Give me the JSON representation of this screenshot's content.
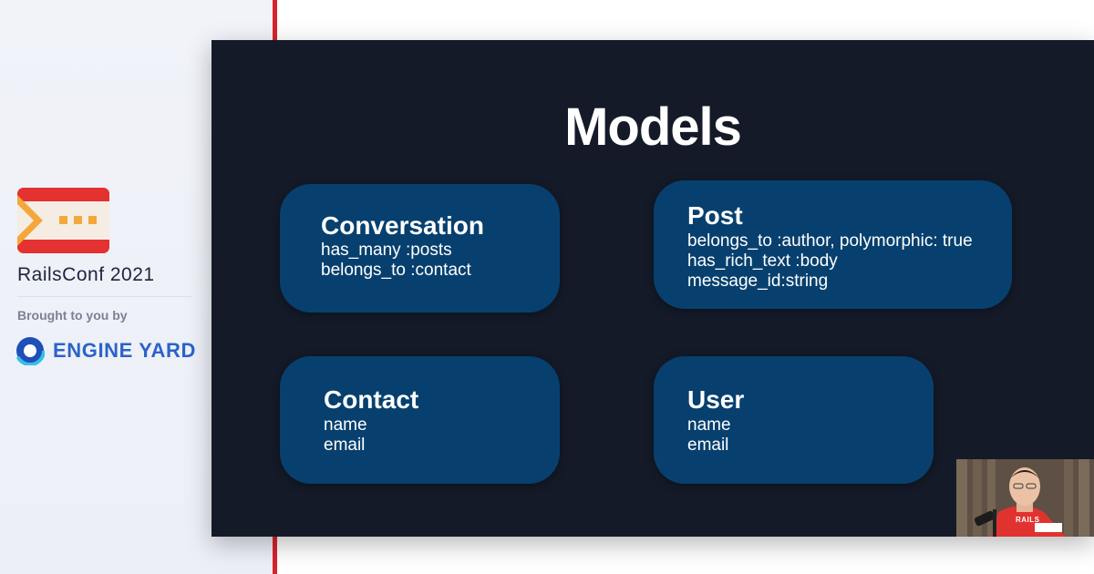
{
  "sidebar": {
    "conference_name": "RailsConf 2021",
    "brought_by": "Brought to you by",
    "sponsor": "ENGINE YARD",
    "logo_color": "#e3322f",
    "accent_color": "#d8232a",
    "sponsor_color": "#2b63c8"
  },
  "slide": {
    "title": "Models",
    "background": "#141a28",
    "card_color": "#07406e",
    "models": {
      "conversation": {
        "name": "Conversation",
        "fields": [
          "has_many :posts",
          "belongs_to :contact"
        ]
      },
      "post": {
        "name": "Post",
        "fields": [
          "belongs_to :author, polymorphic: true",
          "has_rich_text :body",
          "message_id:string"
        ]
      },
      "contact": {
        "name": "Contact",
        "fields": [
          "name",
          "email"
        ]
      },
      "user": {
        "name": "User",
        "fields": [
          "name",
          "email"
        ]
      }
    }
  },
  "webcam": {
    "shirt_text": "RAILS"
  }
}
